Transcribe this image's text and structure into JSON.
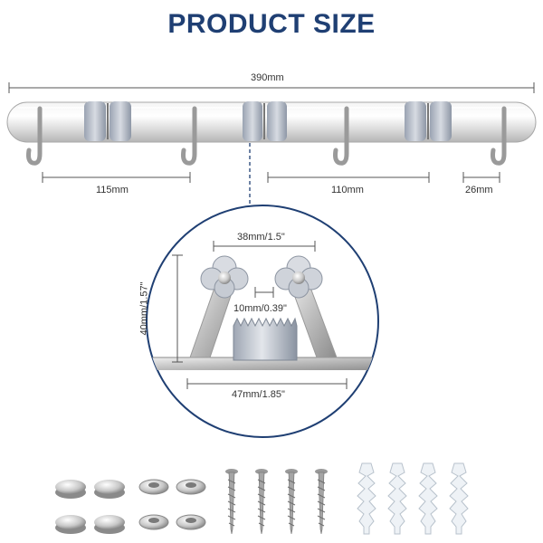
{
  "title": "PRODUCT SIZE",
  "colors": {
    "title": "#1f3f73",
    "circle": "#1f3f73",
    "line": "#555555"
  },
  "dimensions": {
    "total_length": "390mm",
    "hook_to_clip": "115mm",
    "clip_to_hook": "110mm",
    "end_margin": "26mm",
    "clip_width": "38mm/1.5\"",
    "clip_gap": "10mm/0.39\"",
    "clip_height": "40mm/1.57\"",
    "clip_base": "47mm/1.85\""
  },
  "accessories": {
    "caps": 4,
    "washers": 4,
    "screws": 4,
    "anchors": 4
  }
}
